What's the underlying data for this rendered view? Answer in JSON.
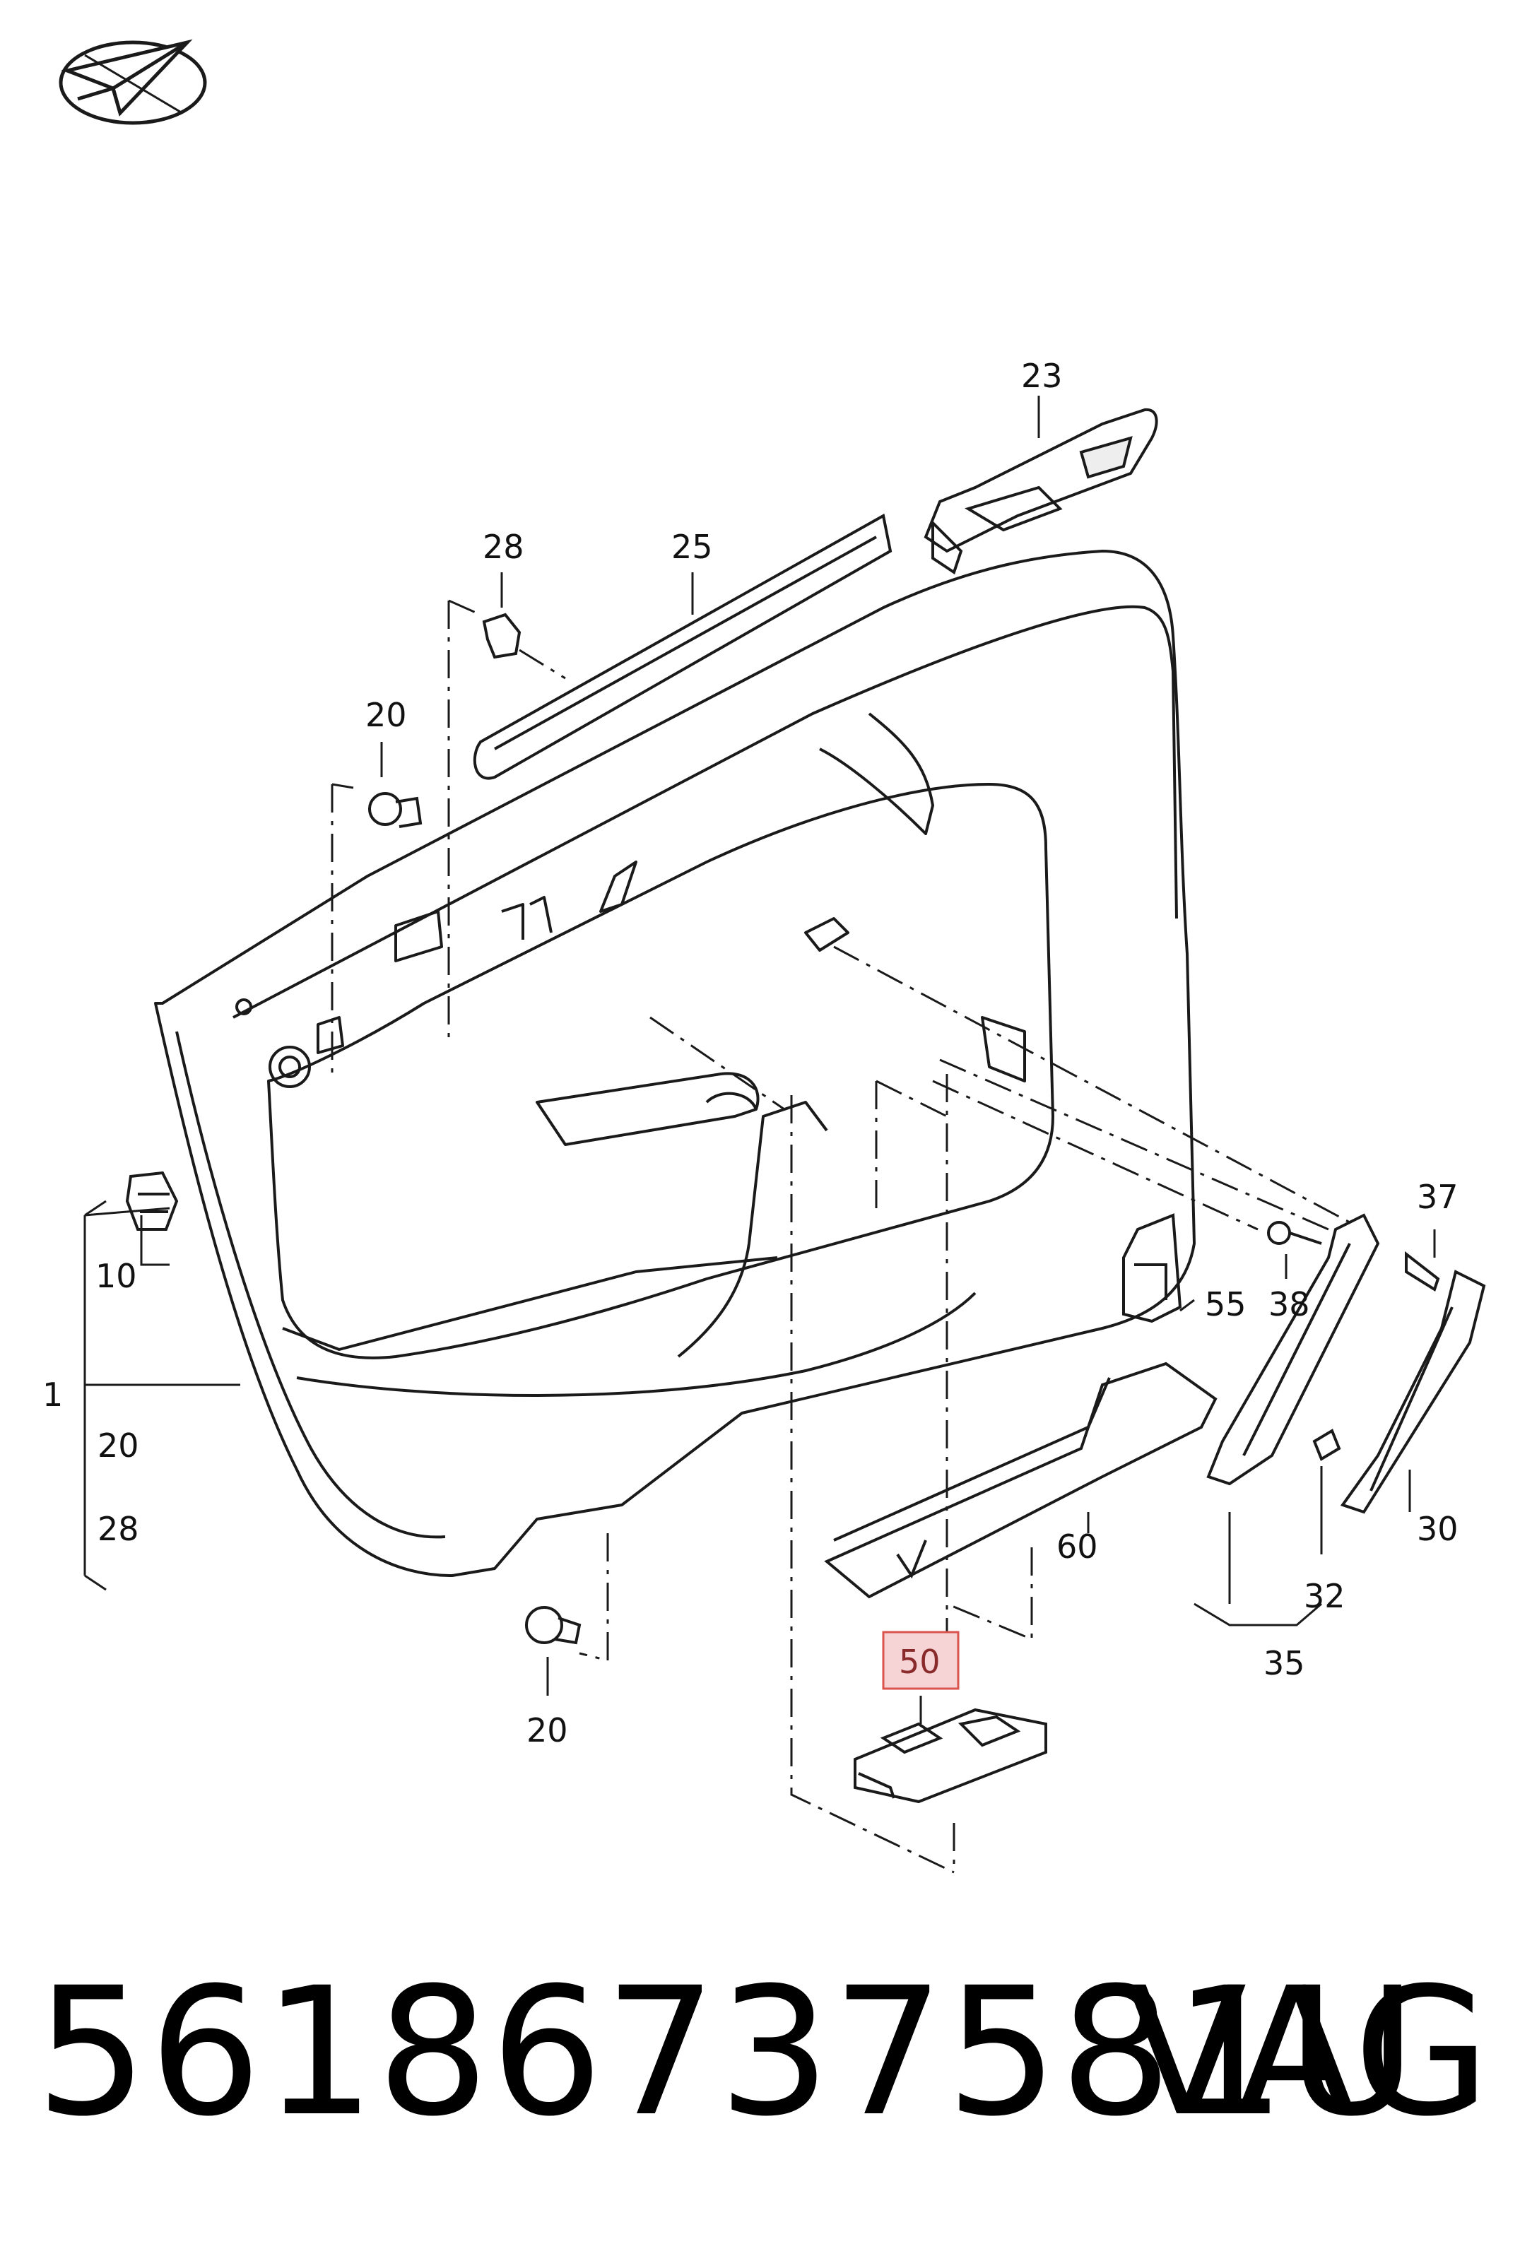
{
  "callouts": {
    "c23": "23",
    "c28_top": "28",
    "c25": "25",
    "c20_top": "20",
    "c37": "37",
    "c10": "10",
    "c55": "55",
    "c38": "38",
    "c1": "1",
    "c20_mid": "20",
    "c28_mid": "28",
    "c60": "60",
    "c30": "30",
    "c32": "32",
    "c35": "35",
    "c50": "50",
    "c20_bottom": "20"
  },
  "footer": {
    "part_number": "56186737581U",
    "brand": "VAG"
  },
  "colors": {
    "line": "#1a1a1a",
    "highlight_fill": "#f6d3d5",
    "highlight_stroke": "#d9534f"
  },
  "icons": {
    "logo": "paper-plane-logo-icon"
  }
}
